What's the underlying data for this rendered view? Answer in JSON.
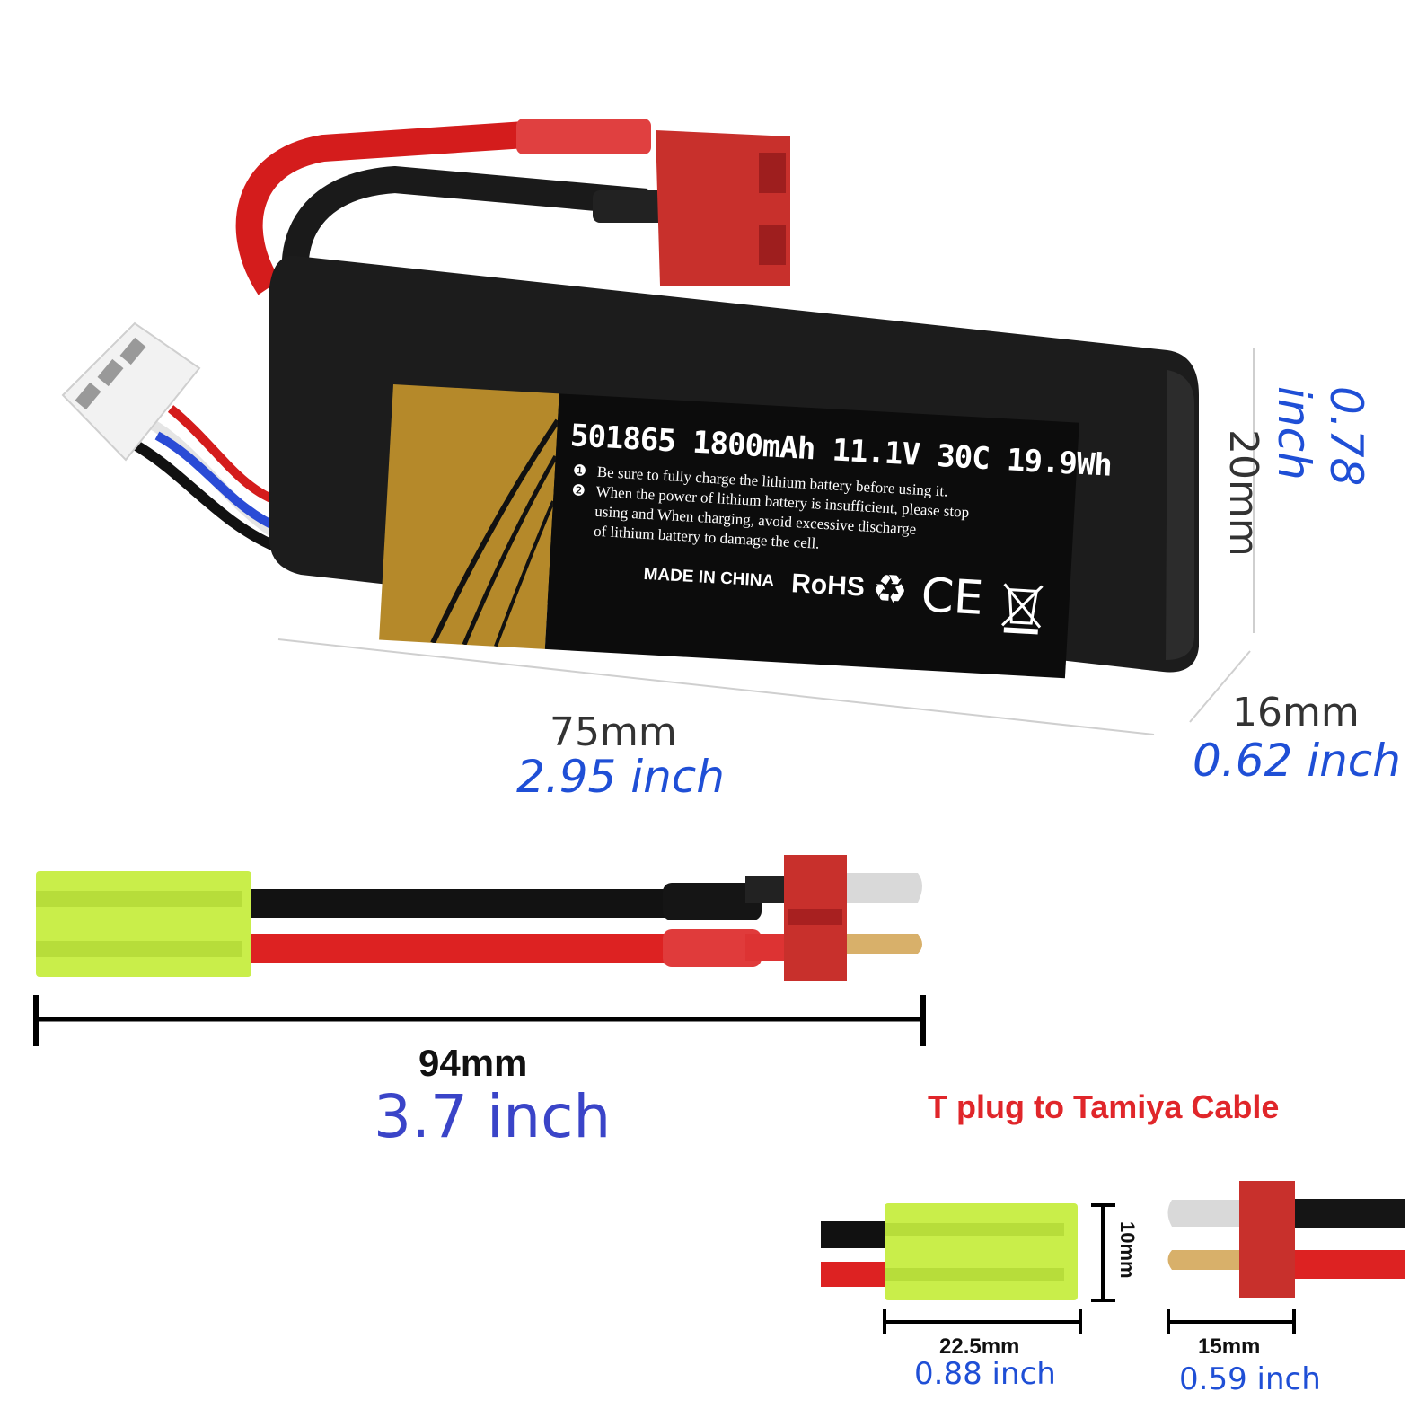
{
  "battery": {
    "spec_line": "501865 1800mAh 11.1V 30C 19.9Wh",
    "note_1_marker": "❶",
    "note_1": "Be sure to fully charge the lithium battery before using it.",
    "note_2_marker": "❷",
    "note_2_line1": "When the power of lithium battery is insufficient, please stop",
    "note_2_line2": "using and When charging, avoid excessive discharge",
    "note_2_line3": "of lithium battery to damage the cell.",
    "made_in": "MADE IN CHINA",
    "rohs": "RoHS",
    "ce": "CE",
    "icons": [
      "recycle-icon",
      "weee-bin-icon"
    ]
  },
  "dimensions": {
    "length_mm": "75mm",
    "length_in": "2.95 inch",
    "height_mm": "20mm",
    "height_in": "0.78 inch",
    "depth_mm": "16mm",
    "depth_in": "0.62 inch"
  },
  "cable": {
    "title": "T plug to Tamiya Cable",
    "length_mm": "94mm",
    "length_in": "3.7 inch",
    "tamiya_height_mm": "10mm",
    "tamiya_width_mm": "22.5mm",
    "tamiya_width_in": "0.88 inch",
    "tplug_width_mm": "15mm",
    "tplug_width_in": "0.59 inch"
  },
  "colors": {
    "blue_text": "#1f4fd6",
    "red_title": "#e0262a",
    "tamiya_green": "#c9ee4a",
    "tplug_red": "#c8302c",
    "label_gold": "#b5892a"
  }
}
